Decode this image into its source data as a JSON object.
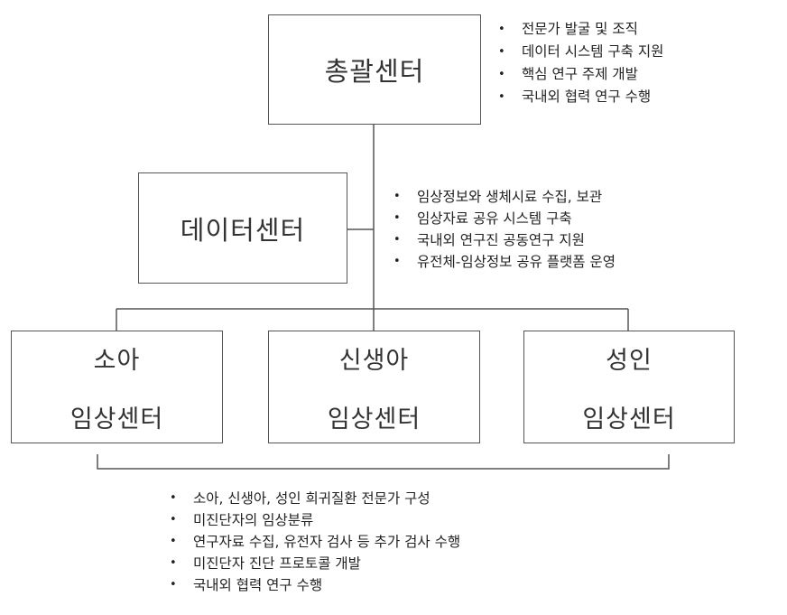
{
  "nodes": {
    "hq": "총괄센터",
    "data_center": "데이터센터",
    "pediatric": {
      "line1": "소아",
      "line2": "임상센터"
    },
    "neonatal": {
      "line1": "신생아",
      "line2": "임상센터"
    },
    "adult": {
      "line1": "성인",
      "line2": "임상센터"
    }
  },
  "bullet_symbol": "•",
  "hq_items": [
    "전문가 발굴 및 조직",
    "데이터 시스템 구축 지원",
    "핵심 연구 주제 개발",
    "국내외 협력 연구 수행"
  ],
  "data_center_items": [
    "임상정보와 생체시료 수집, 보관",
    "임상자료 공유 시스템 구축",
    "국내외 연구진 공동연구 지원",
    "유전체-임상정보 공유 플랫폼 운영"
  ],
  "clinical_items": [
    "소아, 신생아, 성인 희귀질환 전문가 구성",
    "미진단자의 임상분류",
    "연구자료 수집, 유전자 검사 등 추가 검사 수행",
    "미진단자 진단 프로토콜 개발",
    "국내외 협력 연구 수행"
  ],
  "colors": {
    "line": "#555555",
    "text": "#222222"
  }
}
